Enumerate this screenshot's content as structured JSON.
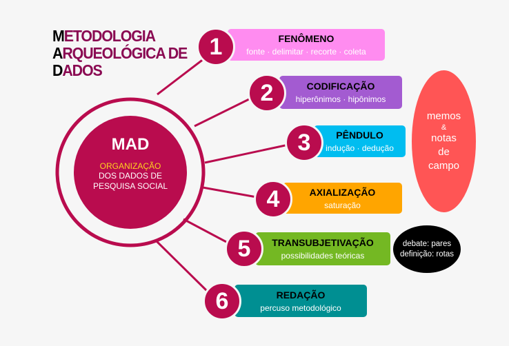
{
  "title": {
    "l1a": "M",
    "l1b": "ETODOLOGIA",
    "l2a": "A",
    "l2b": "RQUEOLÓGICA DE",
    "l3a": "D",
    "l3b": "ADOS"
  },
  "center": {
    "title": "MAD",
    "highlight": "ORGANIZAÇÃO",
    "line2": "DOS DADOS DE",
    "line3": "PESQUISA SOCIAL"
  },
  "steps": [
    {
      "num": "1",
      "title": "FENÔMENO",
      "sub": "fonte · delimitar · recorte · coleta",
      "color": "#ff8cf0"
    },
    {
      "num": "2",
      "title": "CODIFICAÇÃO",
      "sub": "hiperônimos · hipônimos",
      "color": "#a35bd1"
    },
    {
      "num": "3",
      "title": "PÊNDULO",
      "sub": "indução · dedução",
      "color": "#00bdf0"
    },
    {
      "num": "4",
      "title": "AXIALIZAÇÃO",
      "sub": "saturação",
      "color": "#ffa500"
    },
    {
      "num": "5",
      "title": "TRANSUBJETIVAÇÃO",
      "sub": "possibilidades teóricas",
      "color": "#74b823"
    },
    {
      "num": "6",
      "title": "REDAÇÃO",
      "sub": "percuso metodológico",
      "color": "#008f92"
    }
  ],
  "memos": {
    "l1": "memos",
    "l2": "&",
    "l3": "notas",
    "l4": "de",
    "l5": "campo"
  },
  "debate": {
    "l1": "debate: pares",
    "l2": "definição: rotas"
  }
}
